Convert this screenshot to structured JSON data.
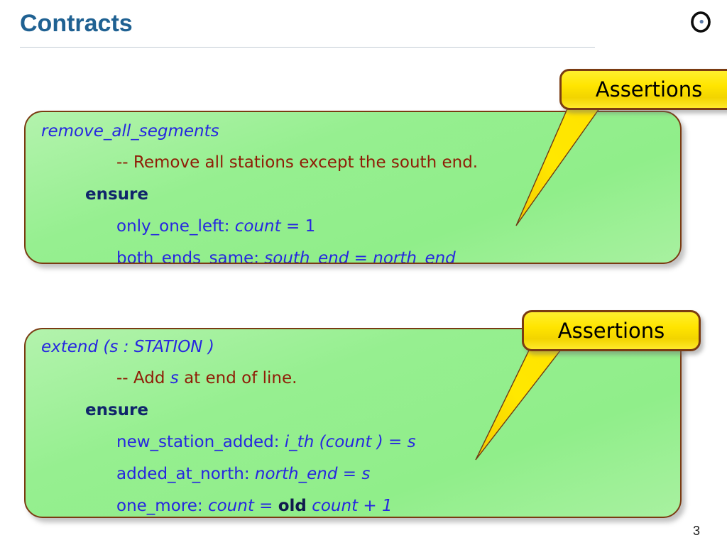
{
  "slide": {
    "title": "Contracts",
    "page_number": "3",
    "logo_icon": "circle-eye-icon",
    "accent_color": "#1f6192",
    "rule_color": "#c3ccd4"
  },
  "callouts": [
    {
      "label": "Assertions",
      "fill_color": "#ffe500",
      "border_color": "#7a3b12",
      "text_color": "#000000"
    },
    {
      "label": "Assertions",
      "fill_color": "#ffe500",
      "border_color": "#7a3b12",
      "text_color": "#000000"
    }
  ],
  "code_boxes": [
    {
      "name": "remove_all_segments",
      "fill_color": "#90ee8a",
      "border_color": "#7a3b12",
      "signature": "remove_all_segments",
      "comment": "-- Remove all stations except the south end.",
      "keyword": "ensure",
      "assertions": [
        {
          "tag": "only_one_left:",
          "expr_a": "count",
          "operator": "=",
          "expr_b": "1"
        },
        {
          "tag": "both_ends_same:",
          "expr_a": "south_end",
          "operator": "=",
          "expr_b": "north_end"
        }
      ]
    },
    {
      "name": "extend",
      "fill_color": "#90ee8a",
      "border_color": "#7a3b12",
      "signature_head": "extend",
      "signature_paren_open": "(",
      "signature_arg": "s",
      "signature_colon": ":",
      "signature_type": "STATION",
      "signature_paren_close": ")",
      "comment_prefix": "-- Add",
      "comment_var": "s",
      "comment_suffix": "at end of line.",
      "keyword": "ensure",
      "assertions": [
        {
          "tag": "new_station_added:",
          "expr": "i_th (count ) = s"
        },
        {
          "tag": "added_at_north:",
          "expr": "north_end = s"
        },
        {
          "tag": "one_more:",
          "expr_a": "count",
          "operator": "=",
          "old_keyword": "old",
          "expr_b": "count",
          "plus": "+ 1"
        }
      ]
    }
  ],
  "colors": {
    "identifier_blue": "#2626e0",
    "comment_red": "#8f1c06",
    "keyword_navy": "#10256b"
  }
}
